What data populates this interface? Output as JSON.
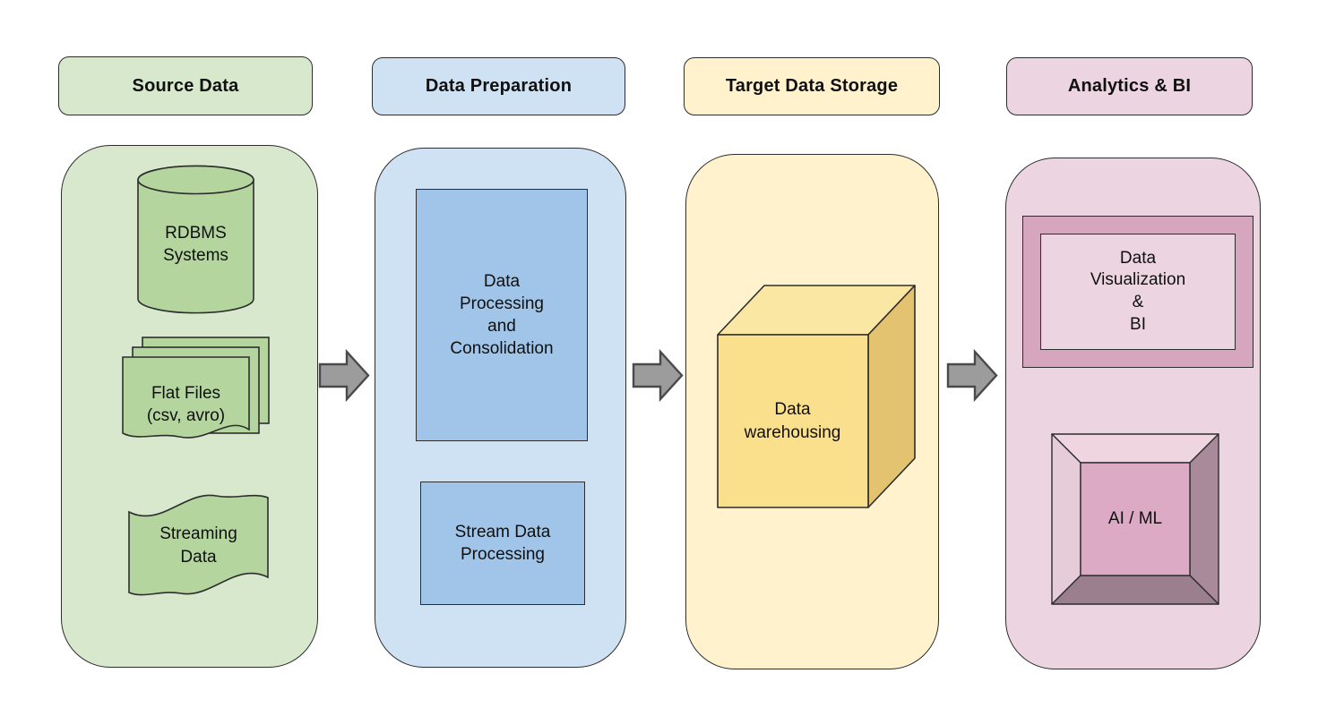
{
  "colors": {
    "canvas_bg": "#ffffff",
    "stroke": "#2d2d2d",
    "text": "#101010",
    "green_panel": "#d7e8cd",
    "green_shape": "#b4d69e",
    "blue_panel": "#cfe2f3",
    "blue_shape": "#a0c5e8",
    "yellow_panel": "#fff2cc",
    "cube_front": "#fadf8d",
    "cube_top": "#fbe7a4",
    "cube_side": "#e3c270",
    "pink_panel": "#ecd5e0",
    "pink_frame": "#d5a6bd",
    "bevel_center": "#dcaac4",
    "bevel_top": "#eed5e0",
    "bevel_left": "#e6cbd8",
    "bevel_right": "#a88a9a",
    "bevel_bottom": "#9c7f8f",
    "arrow_fill": "#9c9c9c",
    "arrow_stroke": "#4a4a4a"
  },
  "columns": [
    {
      "header": "Source Data",
      "shapes": [
        {
          "label": "RDBMS\nSystems"
        },
        {
          "label": "Flat Files\n(csv, avro)"
        },
        {
          "label": "Streaming\nData"
        }
      ]
    },
    {
      "header": "Data Preparation",
      "shapes": [
        {
          "label": "Data\nProcessing\nand\nConsolidation"
        },
        {
          "label": "Stream Data\nProcessing"
        }
      ]
    },
    {
      "header": "Target Data Storage",
      "shapes": [
        {
          "label": "Data\nwarehousing"
        }
      ]
    },
    {
      "header": "Analytics & BI",
      "shapes": [
        {
          "label": "Data\nVisualization\n&\nBI"
        },
        {
          "label": "AI / ML"
        }
      ]
    }
  ]
}
